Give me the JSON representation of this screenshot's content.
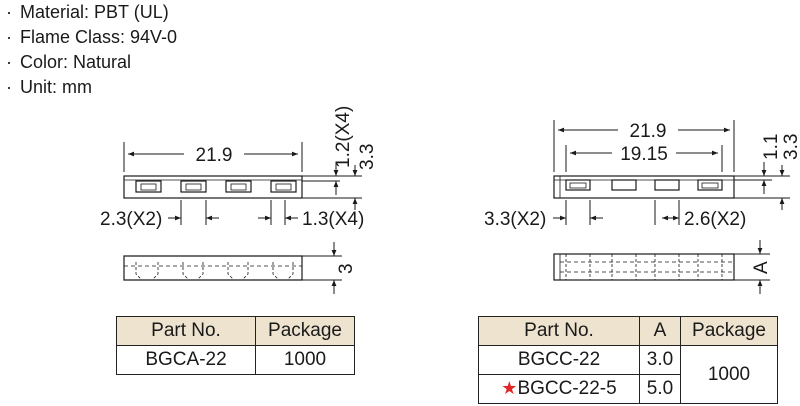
{
  "specs": [
    "Material: PBT (UL)",
    "Flame Class: 94V-0",
    "Color: Natural",
    "Unit: mm"
  ],
  "left": {
    "dims": {
      "length": "21.9",
      "top_offset": "1.2(X4)",
      "height": "3.3",
      "slot_width": "2.3(X2)",
      "slot_gap": "1.3(X4)",
      "depth": "3"
    },
    "table": {
      "headers": [
        "Part No.",
        "Package"
      ],
      "rows": [
        [
          "BGCA-22",
          "1000"
        ]
      ]
    }
  },
  "right": {
    "dims": {
      "length": "21.9",
      "inner_length": "19.15",
      "top_offset": "1.1",
      "height": "3.3",
      "slot_width": "3.3(X2)",
      "slot_gap": "2.6(X2)",
      "depth": "A"
    },
    "table": {
      "headers": [
        "Part No.",
        "A",
        "Package"
      ],
      "row1": {
        "part": "BGCC-22",
        "a": "3.0"
      },
      "row2": {
        "part": "BGCC-22-5",
        "a": "5.0"
      },
      "package": "1000"
    }
  },
  "colors": {
    "table_header": "#eee3cf",
    "star": "#e32626"
  }
}
